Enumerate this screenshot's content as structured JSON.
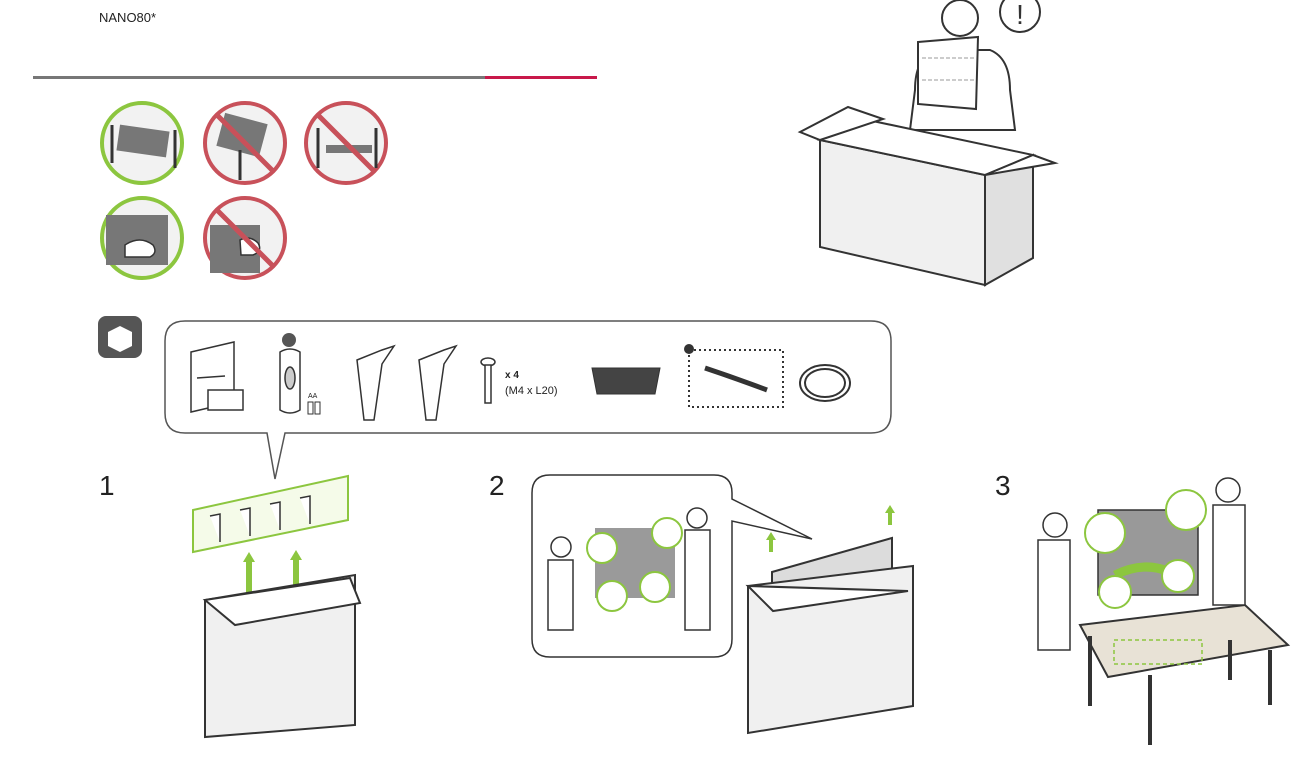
{
  "header": {
    "model": "NANO80*"
  },
  "steps": [
    {
      "number": "1"
    },
    {
      "number": "2"
    },
    {
      "number": "3"
    }
  ],
  "accessories": {
    "screw_quantity": "x 4",
    "screw_spec": "(M4 x L20)",
    "battery_label": "AA"
  },
  "colors": {
    "ok": "#8cc63f",
    "no": "#c8515a",
    "rule_grey": "#777777",
    "rule_accent": "#c8184a",
    "line": "#333333"
  }
}
